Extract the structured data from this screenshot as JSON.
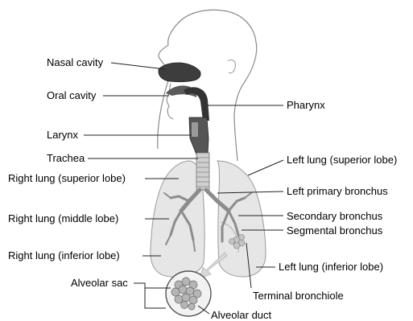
{
  "labels": {
    "nasal_cavity": "Nasal cavity",
    "oral_cavity": "Oral cavity",
    "larynx": "Larynx",
    "trachea": "Trachea",
    "right_lung_superior": "Right lung (superior lobe)",
    "right_lung_middle": "Right lung (middle lobe)",
    "right_lung_inferior": "Right lung (inferior lobe)",
    "alveolar_sac": "Alveolar sac",
    "alveolar_duct": "Alveolar duct",
    "pharynx": "Pharynx",
    "left_lung_superior": "Left lung (superior lobe)",
    "left_primary_bronchus": "Left primary bronchus",
    "secondary_bronchus": "Secondary bronchus",
    "segmental_bronchus": "Segmental bronchus",
    "left_lung_inferior": "Left lung (inferior lobe)",
    "terminal_bronchiole": "Terminal bronchiole"
  },
  "colors": {
    "airway": "#404040",
    "lung": "#e6e6e6",
    "outline": "#9a9a9a",
    "alveoli": "#b5b5b5"
  }
}
